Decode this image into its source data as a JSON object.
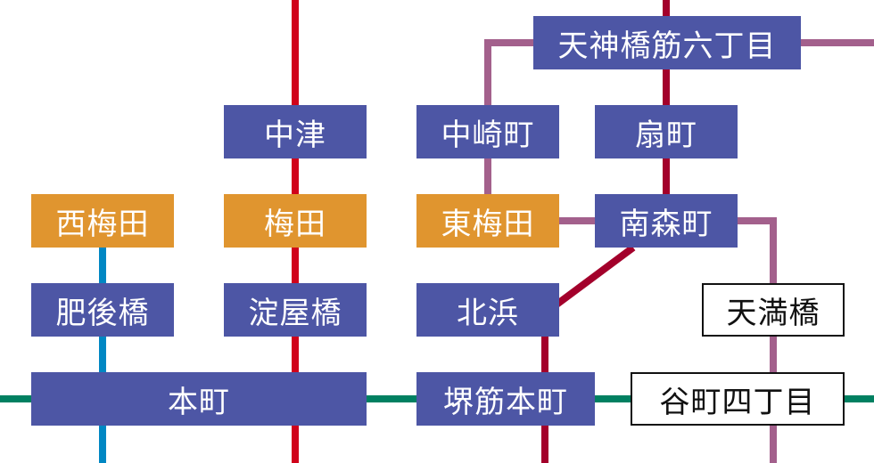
{
  "map": {
    "lines": [
      {
        "name": "midosuji",
        "color": "#d0021b"
      },
      {
        "name": "tanimachi",
        "color": "#a3002b"
      },
      {
        "name": "sakaisuji-keihan",
        "color": "#a3608c"
      },
      {
        "name": "yotsubashi",
        "color": "#0087c3"
      },
      {
        "name": "chuo",
        "color": "#008061"
      }
    ],
    "stations": [
      {
        "id": "tenjinbashisuji6",
        "label": "天神橋筋六丁目",
        "type": "major"
      },
      {
        "id": "nakatsu",
        "label": "中津",
        "type": "major"
      },
      {
        "id": "nakazakicho",
        "label": "中崎町",
        "type": "major"
      },
      {
        "id": "ogimachi",
        "label": "扇町",
        "type": "major"
      },
      {
        "id": "nishiumeda",
        "label": "西梅田",
        "type": "jr"
      },
      {
        "id": "umeda",
        "label": "梅田",
        "type": "jr"
      },
      {
        "id": "higashiumeda",
        "label": "東梅田",
        "type": "jr"
      },
      {
        "id": "minamimorimachi",
        "label": "南森町",
        "type": "major"
      },
      {
        "id": "higobashi",
        "label": "肥後橋",
        "type": "major"
      },
      {
        "id": "yodoyabashi",
        "label": "淀屋橋",
        "type": "major"
      },
      {
        "id": "kitahama",
        "label": "北浜",
        "type": "major"
      },
      {
        "id": "temmabashi",
        "label": "天満橋",
        "type": "other"
      },
      {
        "id": "hommachi",
        "label": "本町",
        "type": "major"
      },
      {
        "id": "sakaisujihommachi",
        "label": "堺筋本町",
        "type": "major"
      },
      {
        "id": "tanimachi4",
        "label": "谷町四丁目",
        "type": "other"
      }
    ]
  }
}
